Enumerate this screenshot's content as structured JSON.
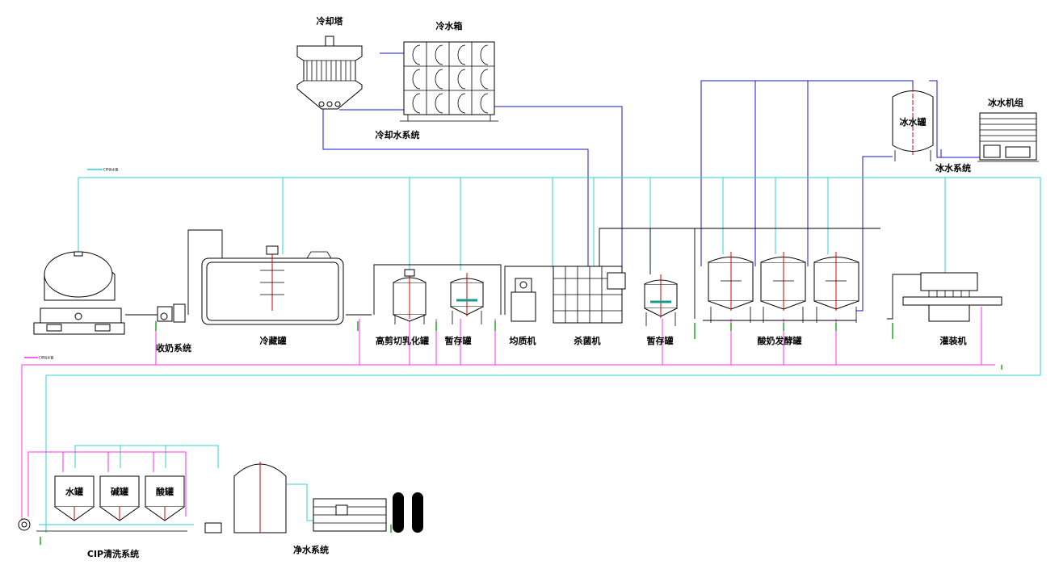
{
  "colors": {
    "cip_supply": "#29d3d3",
    "cip_return": "#ff2df0",
    "cooling_water": "#1414d2",
    "process": "#000000",
    "valve_green": "#1faa1f",
    "agitator": "#1a9a8a",
    "center_line": "#e00000"
  },
  "labels": {
    "cooling_tower": "冷却塔",
    "cold_water_tank": "冷水箱",
    "cooling_water_system": "冷却水系统",
    "ice_water_tank": "冰水罐",
    "chiller_unit": "冰水机组",
    "ice_water_system": "冰水系统",
    "milk_receiving_system": "收奶系统",
    "cold_storage_tank": "冷藏罐",
    "high_shear_emulsifier": "高剪切乳化罐",
    "holding_tank_1": "暂存罐",
    "homogenizer": "均质机",
    "sterilizer": "杀菌机",
    "holding_tank_2": "暂存罐",
    "yogurt_fermentation_tank": "酸奶发酵罐",
    "filling_machine": "灌装机",
    "cip_system": "CIP清洗系统",
    "water_tank": "水罐",
    "alkali_tank": "碱罐",
    "acid_tank": "酸罐",
    "pure_water_system": "净水系统"
  },
  "legend": {
    "cip_supply": "CIP供水管",
    "cip_return": "CIP回水管"
  }
}
